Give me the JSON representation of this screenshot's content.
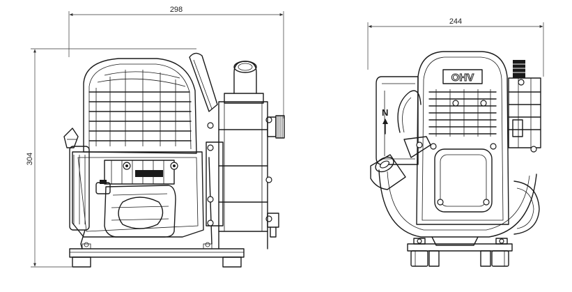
{
  "dimensions": {
    "side_width": "298",
    "side_height": "304",
    "front_width": "244"
  },
  "labels": {
    "engine_badge": "OHV",
    "choke_letter": "N"
  },
  "colors": {
    "line": "#1a1a1a",
    "background": "#ffffff"
  }
}
